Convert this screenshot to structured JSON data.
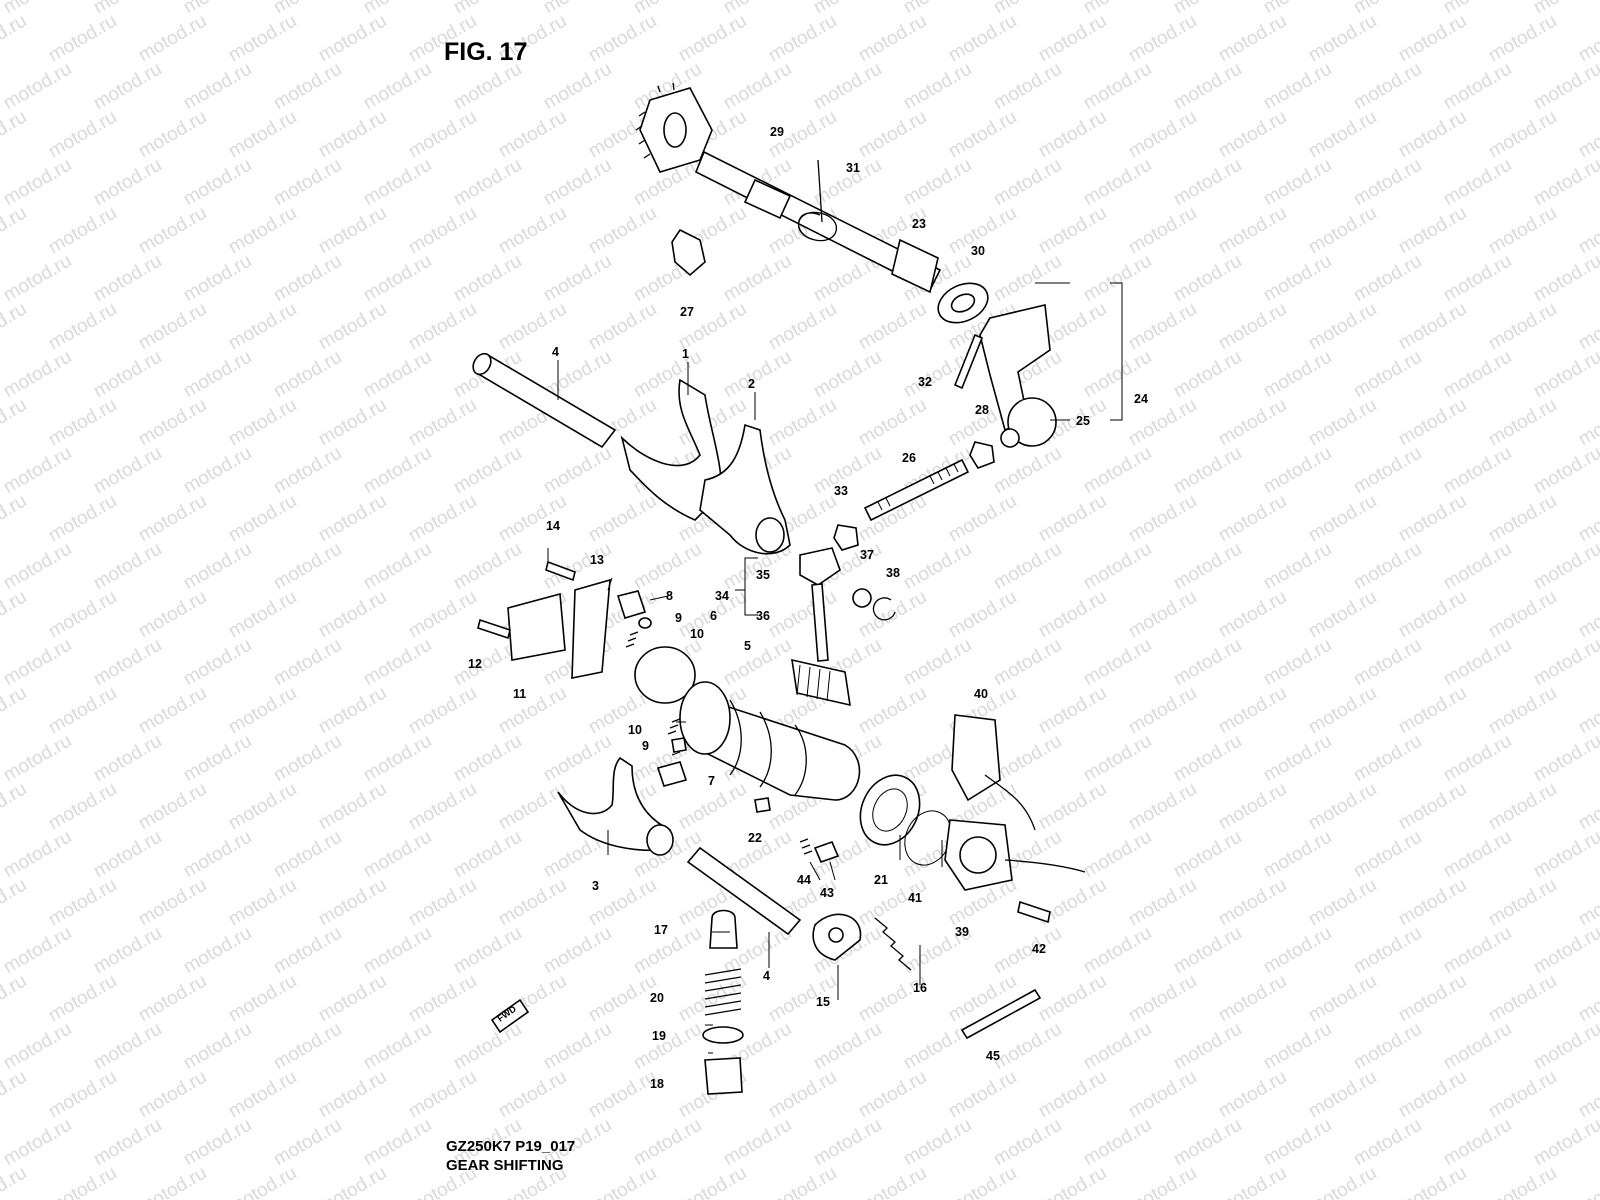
{
  "figure_title": "FIG. 17",
  "model_code": "GZ250K7 P19_017",
  "section_title": "GEAR SHIFTING",
  "watermark_text": "motod.ru",
  "fwd_marker": "FWD",
  "parts": [
    {
      "id": "p1",
      "label": "1"
    },
    {
      "id": "p2",
      "label": "2"
    },
    {
      "id": "p3",
      "label": "3"
    },
    {
      "id": "p4a",
      "label": "4"
    },
    {
      "id": "p4b",
      "label": "4"
    },
    {
      "id": "p5",
      "label": "5"
    },
    {
      "id": "p6",
      "label": "6"
    },
    {
      "id": "p7",
      "label": "7"
    },
    {
      "id": "p8",
      "label": "8"
    },
    {
      "id": "p9a",
      "label": "9"
    },
    {
      "id": "p9b",
      "label": "9"
    },
    {
      "id": "p10a",
      "label": "10"
    },
    {
      "id": "p10b",
      "label": "10"
    },
    {
      "id": "p11",
      "label": "11"
    },
    {
      "id": "p12",
      "label": "12"
    },
    {
      "id": "p13",
      "label": "13"
    },
    {
      "id": "p14",
      "label": "14"
    },
    {
      "id": "p15",
      "label": "15"
    },
    {
      "id": "p16",
      "label": "16"
    },
    {
      "id": "p17",
      "label": "17"
    },
    {
      "id": "p18",
      "label": "18"
    },
    {
      "id": "p19",
      "label": "19"
    },
    {
      "id": "p20",
      "label": "20"
    },
    {
      "id": "p21",
      "label": "21"
    },
    {
      "id": "p22",
      "label": "22"
    },
    {
      "id": "p23",
      "label": "23"
    },
    {
      "id": "p24",
      "label": "24"
    },
    {
      "id": "p25",
      "label": "25"
    },
    {
      "id": "p26",
      "label": "26"
    },
    {
      "id": "p27",
      "label": "27"
    },
    {
      "id": "p28",
      "label": "28"
    },
    {
      "id": "p29",
      "label": "29"
    },
    {
      "id": "p30",
      "label": "30"
    },
    {
      "id": "p31",
      "label": "31"
    },
    {
      "id": "p32",
      "label": "32"
    },
    {
      "id": "p33",
      "label": "33"
    },
    {
      "id": "p34",
      "label": "34"
    },
    {
      "id": "p35",
      "label": "35"
    },
    {
      "id": "p36",
      "label": "36"
    },
    {
      "id": "p37",
      "label": "37"
    },
    {
      "id": "p38",
      "label": "38"
    },
    {
      "id": "p39",
      "label": "39"
    },
    {
      "id": "p40",
      "label": "40"
    },
    {
      "id": "p41",
      "label": "41"
    },
    {
      "id": "p42",
      "label": "42"
    },
    {
      "id": "p43",
      "label": "43"
    },
    {
      "id": "p44",
      "label": "44"
    },
    {
      "id": "p45",
      "label": "45"
    }
  ]
}
